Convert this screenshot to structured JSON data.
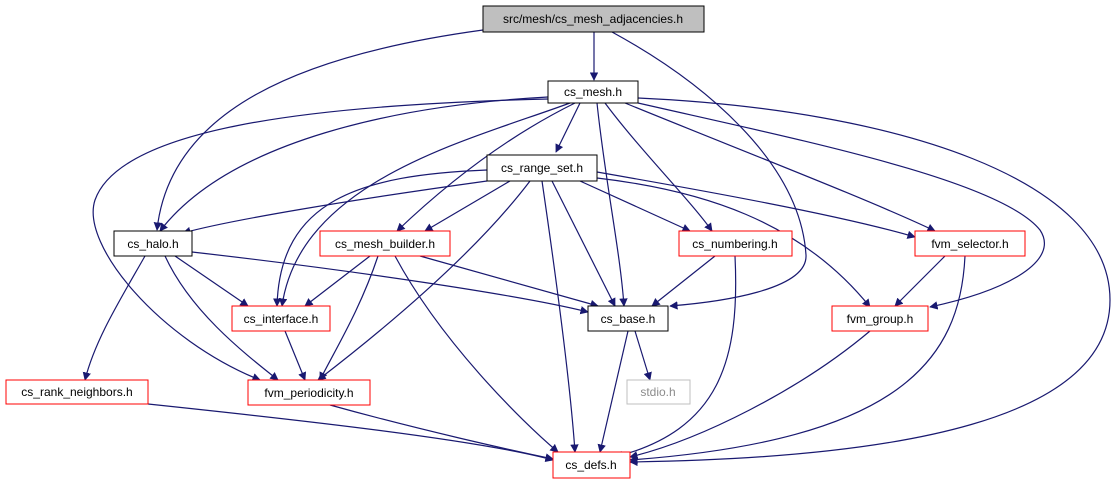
{
  "colors": {
    "edge": "#191970",
    "root_fill": "#bfbfbf",
    "black_border": "#000000",
    "red_border": "#ff0000",
    "gray_border": "#bfbfbf",
    "gray_text": "#8c8c8c"
  },
  "nodes": {
    "root": "src/mesh/cs_mesh_adjacencies.h",
    "mesh": "cs_mesh.h",
    "range_set": "cs_range_set.h",
    "halo": "cs_halo.h",
    "mesh_builder": "cs_mesh_builder.h",
    "numbering": "cs_numbering.h",
    "fvm_selector": "fvm_selector.h",
    "interface": "cs_interface.h",
    "base": "cs_base.h",
    "fvm_group": "fvm_group.h",
    "rank_neighbors": "cs_rank_neighbors.h",
    "fvm_periodicity": "fvm_periodicity.h",
    "stdio": "stdio.h",
    "defs": "cs_defs.h"
  }
}
